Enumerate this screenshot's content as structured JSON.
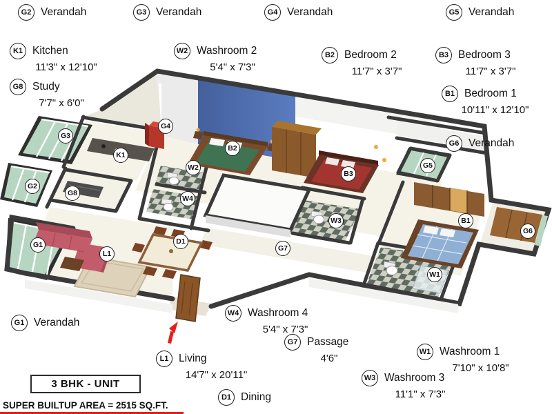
{
  "title": "3 BHK - UNIT",
  "footer_note": "SUPER BUILTUP AREA = 2515 SQ.FT.",
  "colors": {
    "accent_wall_blue": "#4a6aa8",
    "entry_arrow_red": "#e51f1a",
    "glass_green": "#b7d6c2",
    "wall_dark": "#3a3a3a"
  },
  "labels": [
    {
      "code": "G2",
      "name": "Verandah"
    },
    {
      "code": "G3",
      "name": "Verandah"
    },
    {
      "code": "G4",
      "name": "Verandah"
    },
    {
      "code": "G5",
      "name": "Verandah"
    },
    {
      "code": "K1",
      "name": "Kitchen",
      "dims": "11'3\" x 12'10\""
    },
    {
      "code": "W2",
      "name": "Washroom 2",
      "dims": "5'4\" x 7'3\""
    },
    {
      "code": "B2",
      "name": "Bedroom 2",
      "dims": "11'7\" x 3'7\""
    },
    {
      "code": "B3",
      "name": "Bedroom 3",
      "dims": "11'7\" x 3'7\""
    },
    {
      "code": "G8",
      "name": "Study",
      "dims": "7'7\" x 6'0\""
    },
    {
      "code": "B1",
      "name": "Bedroom 1",
      "dims": "10'11\" x 12'10\""
    },
    {
      "code": "G6",
      "name": "Verandah"
    },
    {
      "code": "G1",
      "name": "Verandah"
    },
    {
      "code": "W4",
      "name": "Washroom 4",
      "dims": "5'4\" x 7'3\""
    },
    {
      "code": "G7",
      "name": "Passage",
      "dims": "4'6\""
    },
    {
      "code": "L1",
      "name": "Living",
      "dims": "14'7\" x 20'11\""
    },
    {
      "code": "D1",
      "name": "Dining"
    },
    {
      "code": "W1",
      "name": "Washroom 1",
      "dims": "7'10\" x 10'8\""
    },
    {
      "code": "W3",
      "name": "Washroom 3",
      "dims": "11'1\" x 7'3\""
    }
  ],
  "plan_markers": [
    "G3",
    "K1",
    "G4",
    "W2",
    "B2",
    "G2",
    "G8",
    "W4",
    "G1",
    "L1",
    "D1",
    "G7",
    "B3",
    "W3",
    "G5",
    "B1",
    "G6",
    "W1"
  ]
}
